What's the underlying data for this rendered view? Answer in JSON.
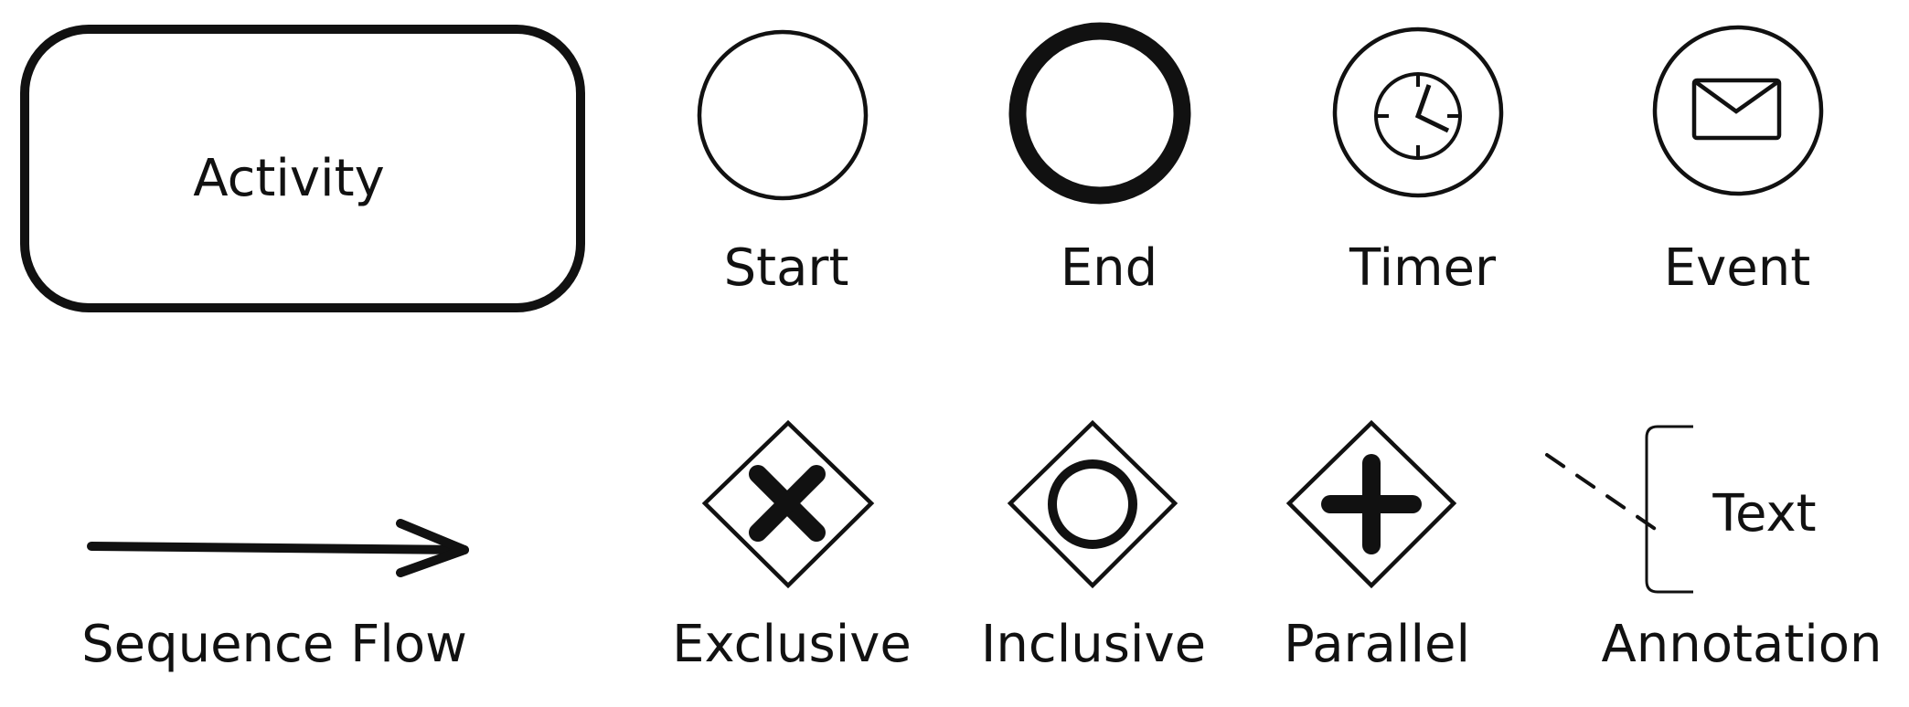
{
  "palette": {
    "stroke": "#111111",
    "background": "#ffffff"
  },
  "shapes": {
    "activity": {
      "label": "Activity"
    },
    "start_event": {
      "label": "Start"
    },
    "end_event": {
      "label": "End"
    },
    "timer_event": {
      "label": "Timer",
      "icon": "clock-icon"
    },
    "message_event": {
      "label": "Event",
      "icon": "envelope-icon"
    },
    "sequence_flow": {
      "label": "Sequence Flow",
      "icon": "arrow-icon"
    },
    "exclusive_gateway": {
      "label": "Exclusive",
      "icon": "x-icon"
    },
    "inclusive_gateway": {
      "label": "Inclusive",
      "icon": "circle-icon"
    },
    "parallel_gateway": {
      "label": "Parallel",
      "icon": "plus-icon"
    },
    "annotation": {
      "text": "Text",
      "label": "Annotation"
    }
  }
}
